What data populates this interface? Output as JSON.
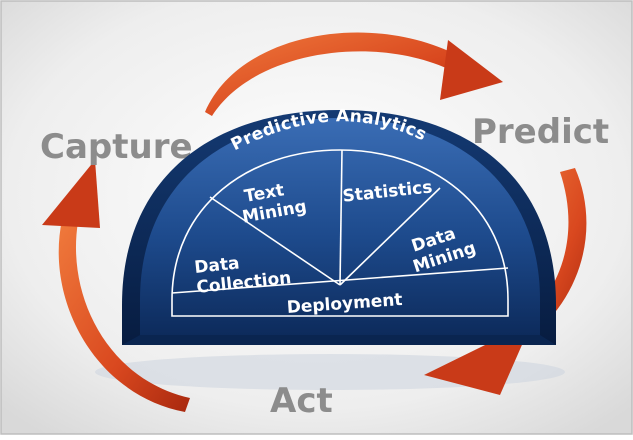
{
  "cycle": {
    "capture": "Capture",
    "predict": "Predict",
    "act": "Act"
  },
  "dome": {
    "title": "Predictive Analytics",
    "segments": {
      "text_mining": [
        "Text",
        "Mining"
      ],
      "statistics": "Statistics",
      "data_mining": [
        "Data",
        "Mining"
      ],
      "data_collection": [
        "Data",
        "Collection"
      ]
    },
    "base": "Deployment"
  },
  "colors": {
    "dome_dark": "#0f2f66",
    "dome_light": "#2a5fa8",
    "arrow": "#d9481f",
    "cycle_text": "#8c8c8c",
    "frame_border": "#bdbdbd"
  }
}
